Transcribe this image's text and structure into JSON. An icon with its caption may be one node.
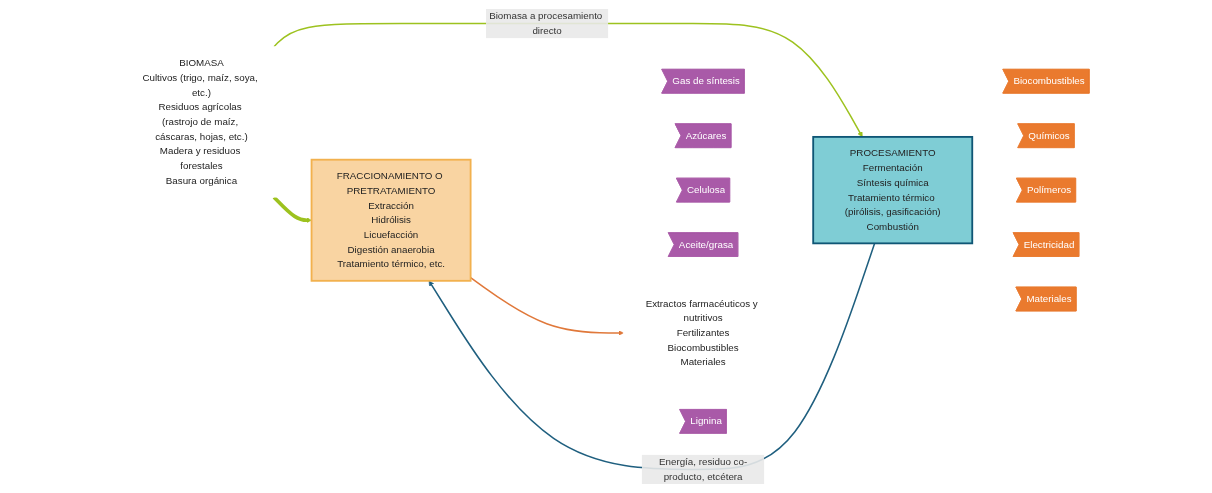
{
  "diagram": {
    "nodes": [
      {
        "text": [
          "BIOMASA",
          "Cultivos (trigo, maíz, soya, etc.)",
          "Residuos agrícolas (rastrojo de maíz, cáscaras, hojas, etc.)",
          "Madera y residuos forestales",
          "Basura orgánica"
        ]
      },
      {
        "text": [
          "FRACCIONAMIENTO O PRETRATAMIENTO",
          "Extracción",
          "Hidrólisis",
          "Licuefacción",
          "Digestión anaerobia",
          "Tratamiento térmico, etc."
        ]
      },
      {
        "text": [
          "Gas de síntesis"
        ]
      },
      {
        "text": [
          "Azúcares"
        ]
      },
      {
        "text": [
          "Celulosa"
        ]
      },
      {
        "text": [
          "Aceite/grasa"
        ]
      },
      {
        "text": [
          "Lignina"
        ]
      },
      {
        "text": [
          "PROCESAMIENTO",
          "Fermentación",
          "Síntesis química",
          "Tratamiento térmico (pirólisis, gasificación)",
          "Combustión"
        ]
      },
      {
        "text": [
          "Biocombustibles"
        ]
      },
      {
        "text": [
          "Químicos"
        ]
      },
      {
        "text": [
          "Polímeros"
        ]
      },
      {
        "text": [
          "Electricidad"
        ]
      },
      {
        "text": [
          "Materiales"
        ]
      },
      {
        "text": [
          "Extractos farmacéuticos y nutritivos",
          "Fertilizantes",
          "Biocombustibles",
          "Materiales"
        ]
      }
    ],
    "edges": [
      {
        "from": 0,
        "to": 1,
        "arrow": "to",
        "style": "thick",
        "color": "#9dc21f"
      },
      {
        "from": 0,
        "to": 7,
        "arrow": "to",
        "label": "Biomasa a procesamiento directo",
        "color": "#9dc21f"
      },
      {
        "from": 7,
        "to": 1,
        "arrow": "to",
        "label": "Energía, residuo co-producto, etcétera",
        "color": "#1f5f7f"
      },
      {
        "from": 1,
        "to": 13,
        "arrow": "to",
        "color": "#e0783a"
      }
    ]
  }
}
